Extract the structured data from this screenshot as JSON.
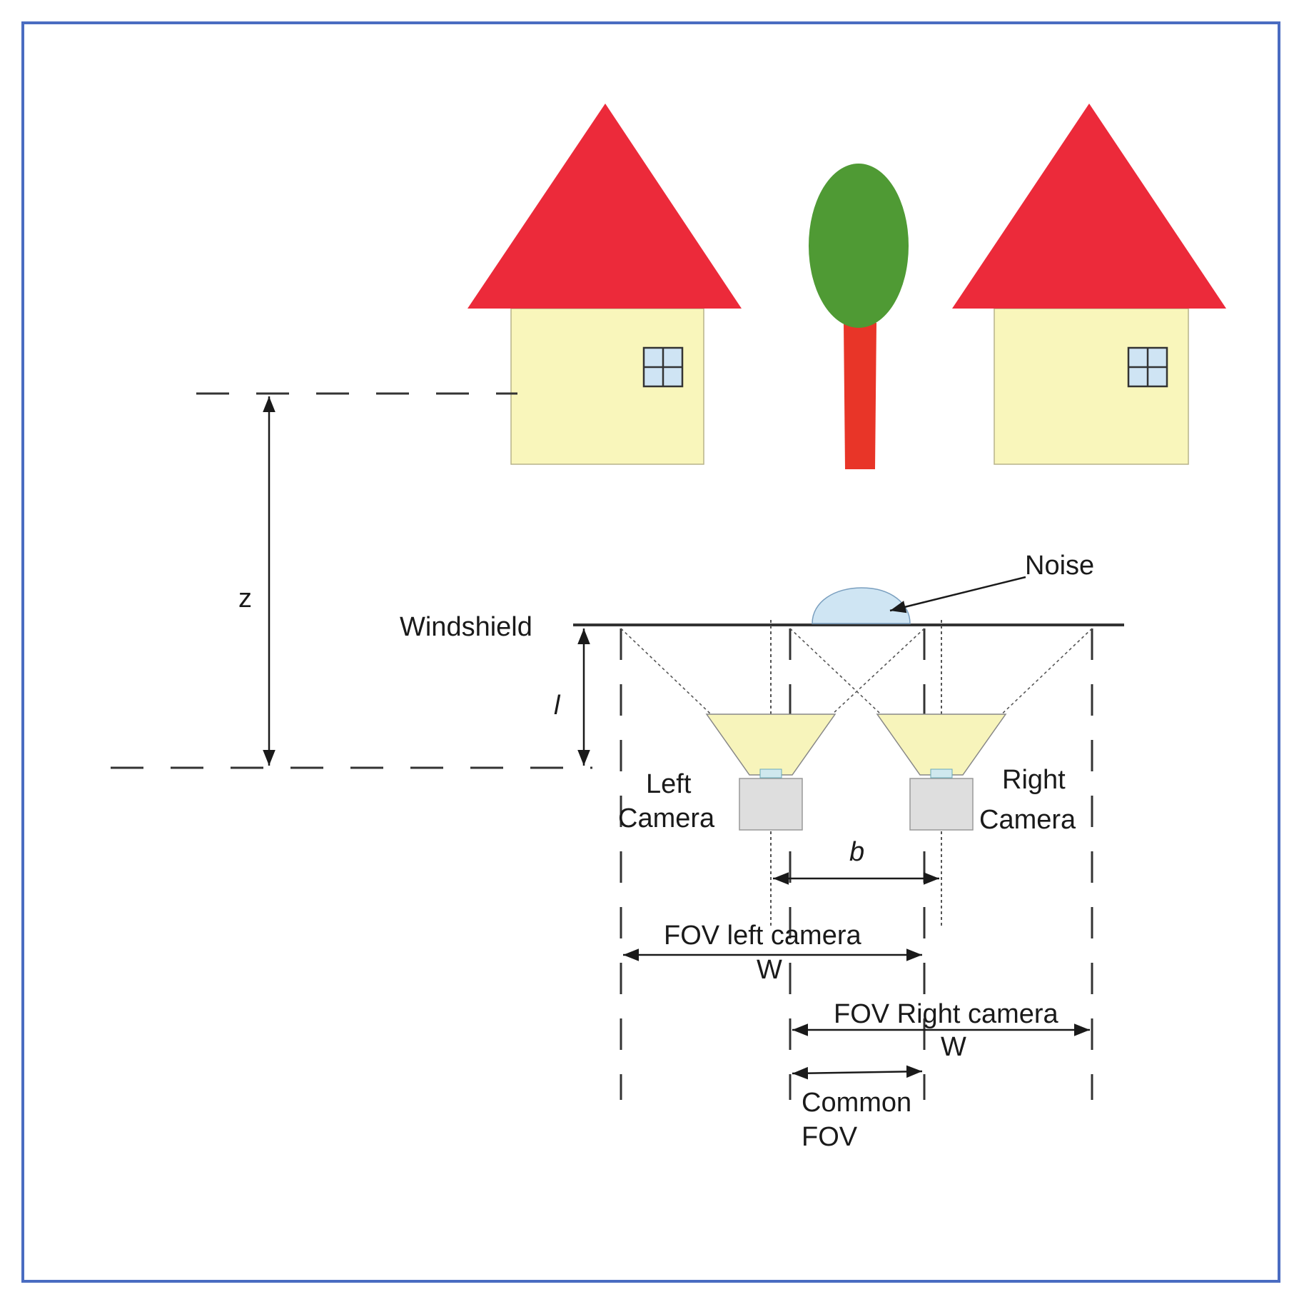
{
  "labels": {
    "z": "z",
    "windshield": "Windshield",
    "l": "l",
    "noise": "Noise",
    "left_camera_line1": "Left",
    "left_camera_line2": "Camera",
    "right_camera_line1": "Right",
    "right_camera_line2": "Camera",
    "b": "b",
    "fov_left": "FOV left camera",
    "w_left": "W",
    "fov_right": "FOV Right camera",
    "w_right": "W",
    "common_fov_line1": "Common",
    "common_fov_line2": "FOV"
  },
  "colors": {
    "frame": "#4a6cc1",
    "roof": "#ec2a3a",
    "wall": "#f9f6bb",
    "window": "#cfe4f4",
    "tree_crown": "#4f9a34",
    "tree_trunk": "#e83528",
    "lens": "#f7f4bb",
    "camera_body": "#dedede",
    "sensor": "#cfe8ee",
    "noise_drop": "#cfe5f3"
  }
}
